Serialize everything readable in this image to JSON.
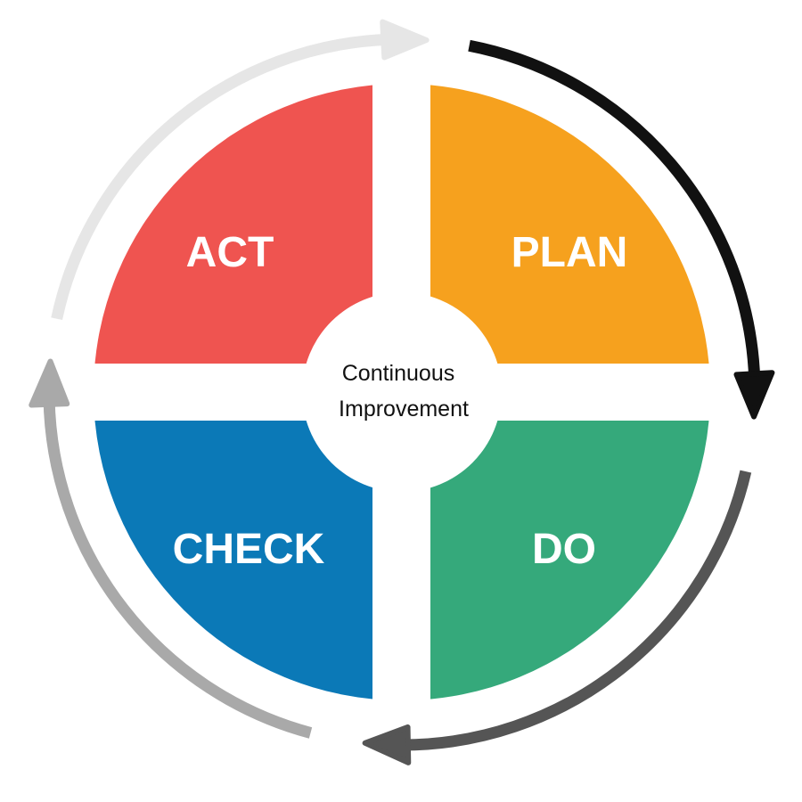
{
  "center_label": {
    "line1": "Continuous",
    "line2": "Improvement"
  },
  "quadrants": [
    {
      "id": "act",
      "label": "ACT",
      "color": "#ef5450"
    },
    {
      "id": "plan",
      "label": "PLAN",
      "color": "#f6a11e"
    },
    {
      "id": "check",
      "label": "CHECK",
      "color": "#0b79b7"
    },
    {
      "id": "do",
      "label": "DO",
      "color": "#35a97b"
    }
  ],
  "cycle_arrows": [
    {
      "name": "arrow-act-to-plan",
      "color": "#e6e6e6"
    },
    {
      "name": "arrow-plan-to-do",
      "color": "#111111"
    },
    {
      "name": "arrow-do-to-check",
      "color": "#555555"
    },
    {
      "name": "arrow-check-to-act",
      "color": "#a9a9a9"
    }
  ]
}
